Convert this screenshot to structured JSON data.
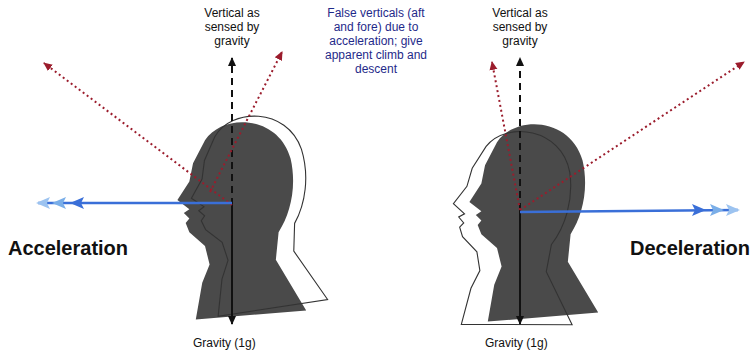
{
  "diagram": {
    "labels": [
      "Vertical as sensed by gravity",
      "False verticals (aft and fore) due to acceleration; give apparent climb and descent",
      "Vertical as sensed by gravity",
      "Acceleration",
      "Deceleration",
      "Gravity (1g)",
      "Gravity (1g)"
    ]
  }
}
